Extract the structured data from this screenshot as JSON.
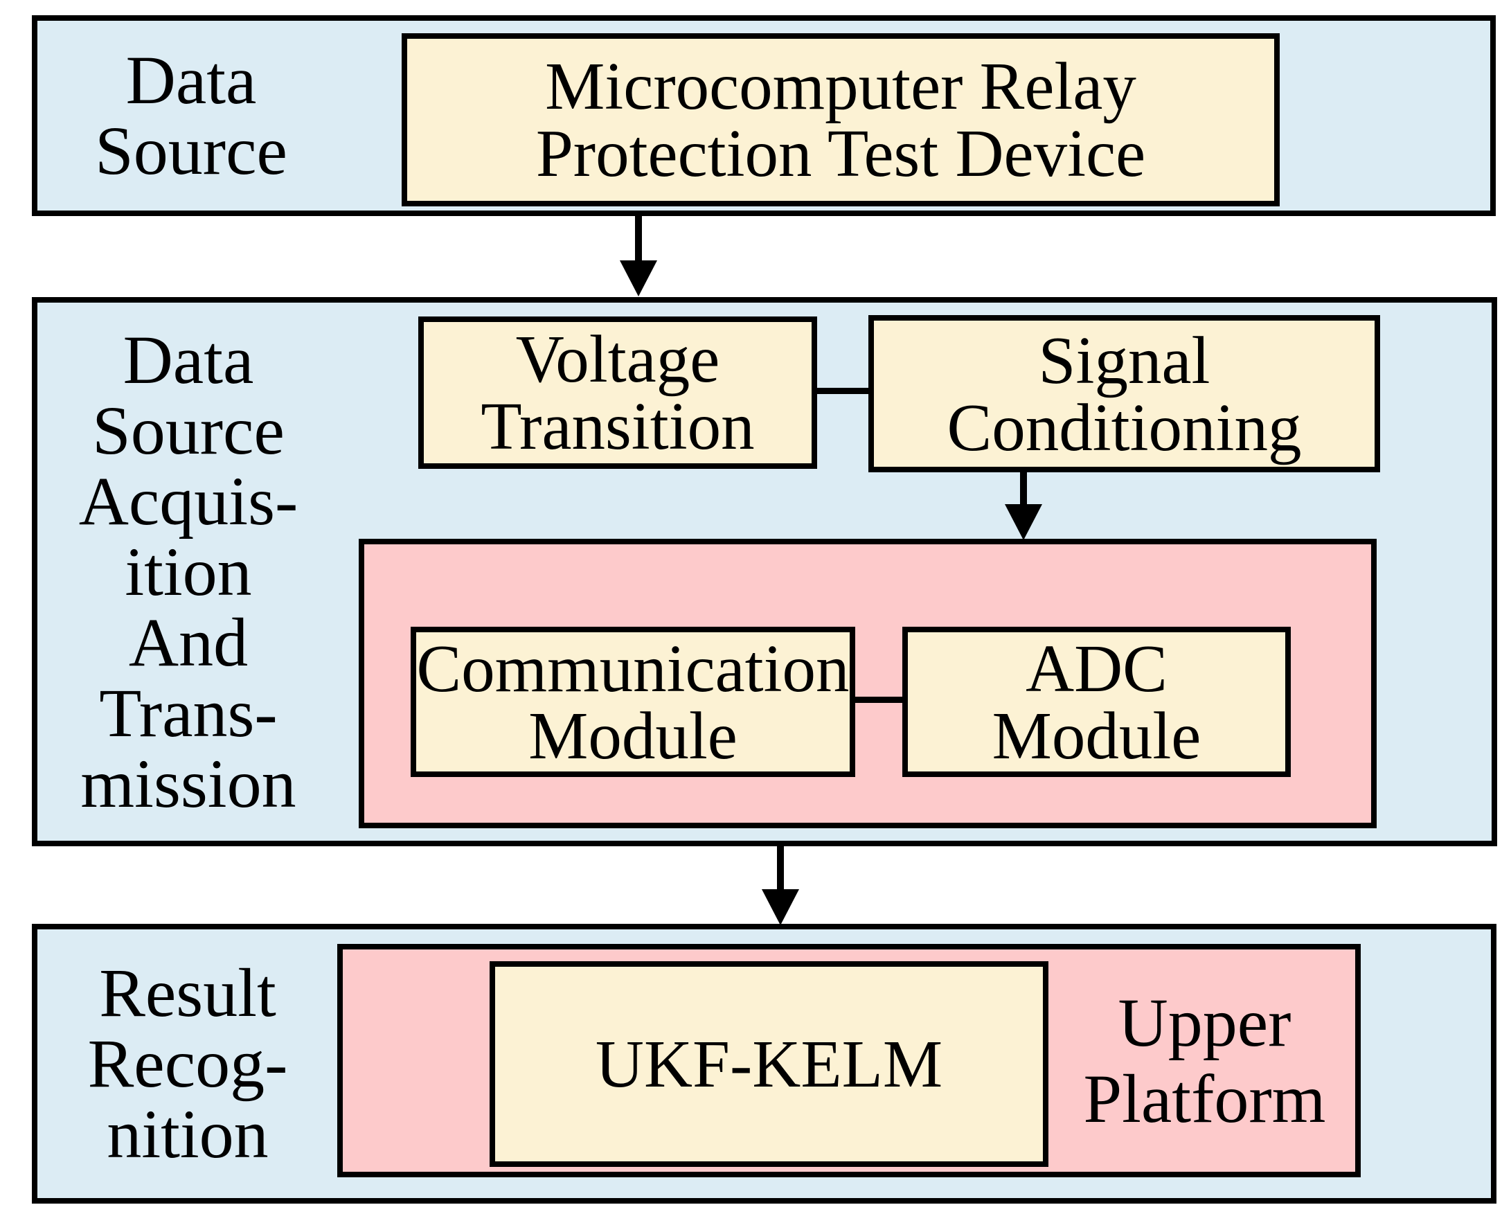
{
  "colors": {
    "background": "#FFFFFF",
    "section_fill": "#DCECF4",
    "module_fill": "#FCF2D4",
    "group_fill": "#FDCACB",
    "line": "#000000"
  },
  "sections": {
    "source": {
      "label": "Data\nSource",
      "device_box": "Microcomputer Relay\nProtection Test Device"
    },
    "acquisition": {
      "label": "Data\nSource\nAcquis-\nition\nAnd\nTrans-\nmission",
      "voltage_box": "Voltage\nTransition",
      "signal_box": "Signal\nConditioning",
      "communication_box": "Communication\nModule",
      "adc_box": "ADC\nModule"
    },
    "result": {
      "label": "Result\nRecog-\nnition",
      "ukf_box": "UKF-KELM",
      "platform_label": "Upper\nPlatform"
    }
  }
}
